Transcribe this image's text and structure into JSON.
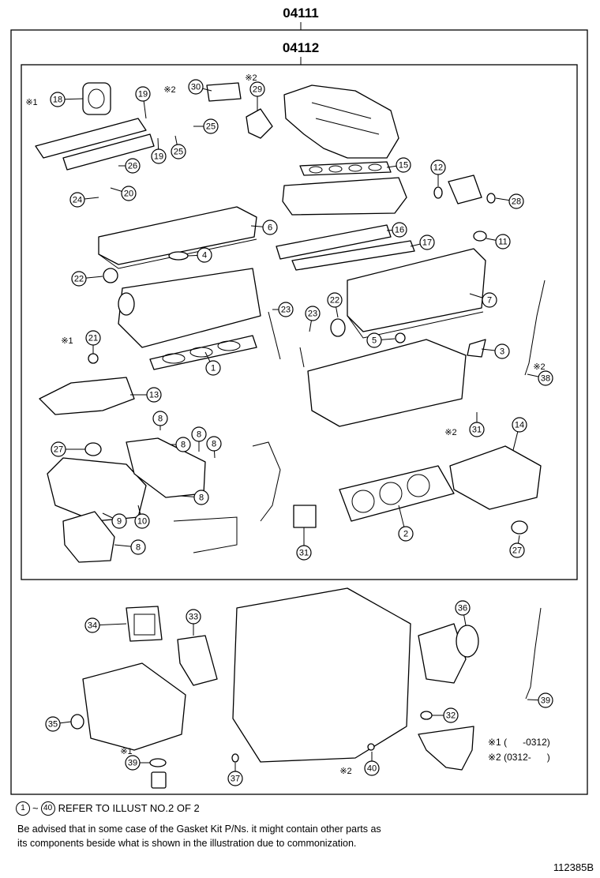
{
  "kits": {
    "outer_label": "04111",
    "inner_label": "04112"
  },
  "legend": {
    "mark1": "※1",
    "mark2": "※2",
    "mark1_range": "(      -0312)",
    "mark2_range": "(0312-      )"
  },
  "callouts": [
    {
      "n": "1",
      "mark": ""
    },
    {
      "n": "2",
      "mark": ""
    },
    {
      "n": "3",
      "mark": ""
    },
    {
      "n": "4",
      "mark": ""
    },
    {
      "n": "5",
      "mark": ""
    },
    {
      "n": "6",
      "mark": ""
    },
    {
      "n": "7",
      "mark": ""
    },
    {
      "n": "8",
      "mark": ""
    },
    {
      "n": "9",
      "mark": ""
    },
    {
      "n": "10",
      "mark": ""
    },
    {
      "n": "11",
      "mark": ""
    },
    {
      "n": "12",
      "mark": ""
    },
    {
      "n": "13",
      "mark": ""
    },
    {
      "n": "14",
      "mark": ""
    },
    {
      "n": "15",
      "mark": ""
    },
    {
      "n": "16",
      "mark": ""
    },
    {
      "n": "17",
      "mark": ""
    },
    {
      "n": "18",
      "mark": "※1"
    },
    {
      "n": "19",
      "mark": ""
    },
    {
      "n": "20",
      "mark": ""
    },
    {
      "n": "21",
      "mark": "※1"
    },
    {
      "n": "22",
      "mark": ""
    },
    {
      "n": "23",
      "mark": ""
    },
    {
      "n": "24",
      "mark": ""
    },
    {
      "n": "25",
      "mark": ""
    },
    {
      "n": "26",
      "mark": ""
    },
    {
      "n": "27",
      "mark": ""
    },
    {
      "n": "28",
      "mark": ""
    },
    {
      "n": "29",
      "mark": "※2"
    },
    {
      "n": "30",
      "mark": "※2"
    },
    {
      "n": "31",
      "mark": "※2"
    },
    {
      "n": "32",
      "mark": ""
    },
    {
      "n": "33",
      "mark": ""
    },
    {
      "n": "34",
      "mark": ""
    },
    {
      "n": "35",
      "mark": ""
    },
    {
      "n": "36",
      "mark": ""
    },
    {
      "n": "37",
      "mark": ""
    },
    {
      "n": "38",
      "mark": "※2"
    },
    {
      "n": "39",
      "mark": "※1"
    },
    {
      "n": "40",
      "mark": "※2"
    }
  ],
  "footer": {
    "refer_from": "1",
    "refer_tilde": "~",
    "refer_to": "40",
    "refer_text": "REFER TO ILLUST NO.2 OF 2",
    "advice_line1": "Be advised that in some case of the Gasket Kit P/Ns.  it might contain other parts as",
    "advice_line2": "its components beside what is shown in the illustration due to commonization.",
    "illustration_id": "112385B"
  }
}
